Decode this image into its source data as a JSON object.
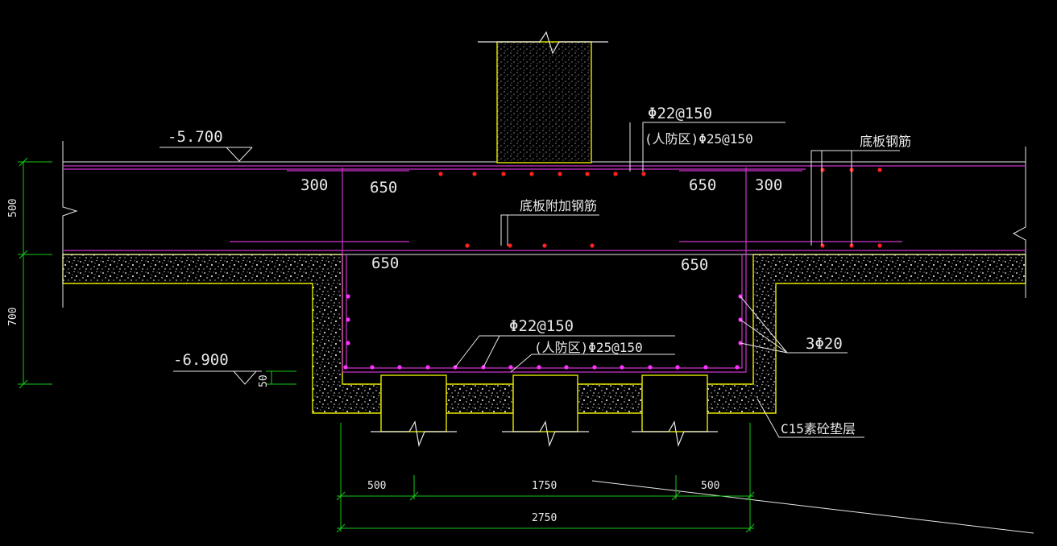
{
  "colors": {
    "background": "#000000",
    "concrete_outline": "#e6e600",
    "rebar": "#cc33cc",
    "rebar_dot_top": "#ff2020",
    "rebar_dot_pit": "#ff33ff",
    "dimension": "#19c919",
    "leader": "#e8e8e8",
    "text": "#e8e8e8"
  },
  "elevations": {
    "top": "-5.700",
    "pit": "-6.900"
  },
  "labels": {
    "top_rebar_main": "Φ22@150",
    "top_rebar_civil_defense": "(人防区)Φ25@150",
    "slab_rebar": "底板钢筋",
    "slab_additional_rebar": "底板附加钢筋",
    "pit_rebar_main": "Φ22@150",
    "pit_rebar_civil_defense": "(人防区)Φ25@150",
    "corner_bars": "3Φ20",
    "cushion": "C15素砼垫层"
  },
  "rebar_lengths": {
    "top_left_outer": "300",
    "top_left_inner": "650",
    "top_right_inner": "650",
    "top_right_outer": "300",
    "bottom_left": "650",
    "bottom_right": "650"
  },
  "dimensions": {
    "slab_thickness": "500",
    "pit_depth": "700",
    "cushion_offset": "50",
    "left_segment": "500",
    "middle_segment": "1750",
    "right_segment": "500",
    "total_width": "2750"
  }
}
